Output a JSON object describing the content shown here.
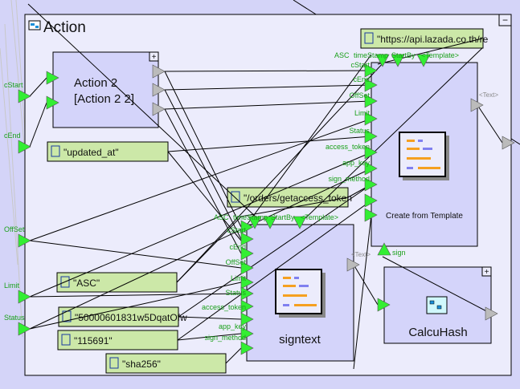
{
  "frame": {
    "title": "Action",
    "collapse_label": "−"
  },
  "outer_ports": [
    "cStart",
    "cEnd",
    "OffSet",
    "Limit",
    "Status"
  ],
  "action2": {
    "line1": "Action 2",
    "line2": "[Action 2 2]",
    "expand_label": "+"
  },
  "constants": {
    "updated_at": "\"updated_at\"",
    "path": "\"/orders/getaccess_token",
    "url": "\"https://api.lazada.co.th/re",
    "asc": "\"ASC\"",
    "key": "\"50000601831w5DqatOfw",
    "id": "\"115691\"",
    "sha": "\"sha256\""
  },
  "create_template": {
    "label": "Create from Template",
    "inputs": [
      "cStart",
      "cEnd",
      "OffSet",
      "Limit",
      "Status",
      "access_token",
      "app_key",
      "sign_method"
    ],
    "top_inputs": [
      "ASC",
      "timeStamp",
      "StartBy",
      "<Template>"
    ],
    "output": "<Text>",
    "bottom_input": "sign"
  },
  "signtext": {
    "label": "signtext",
    "inputs": [
      "cStart",
      "cEnd",
      "OffSet",
      "Limit",
      "Status",
      "access_token",
      "app_key",
      "sign_method"
    ],
    "top_inputs": [
      "ASC",
      "timeStamp",
      "StartBy",
      "<Template>"
    ],
    "output": "<Text>"
  },
  "calcuhash": {
    "label": "CalcuHash",
    "expand_label": "+"
  },
  "colors": {
    "frame_bg": "#ececfc",
    "node_bg": "#d4d4fa",
    "constant_bg": "#cce8a8",
    "port_in": "#33ee33",
    "port_out": "#bbbbbb",
    "label": "#1aa01a"
  }
}
